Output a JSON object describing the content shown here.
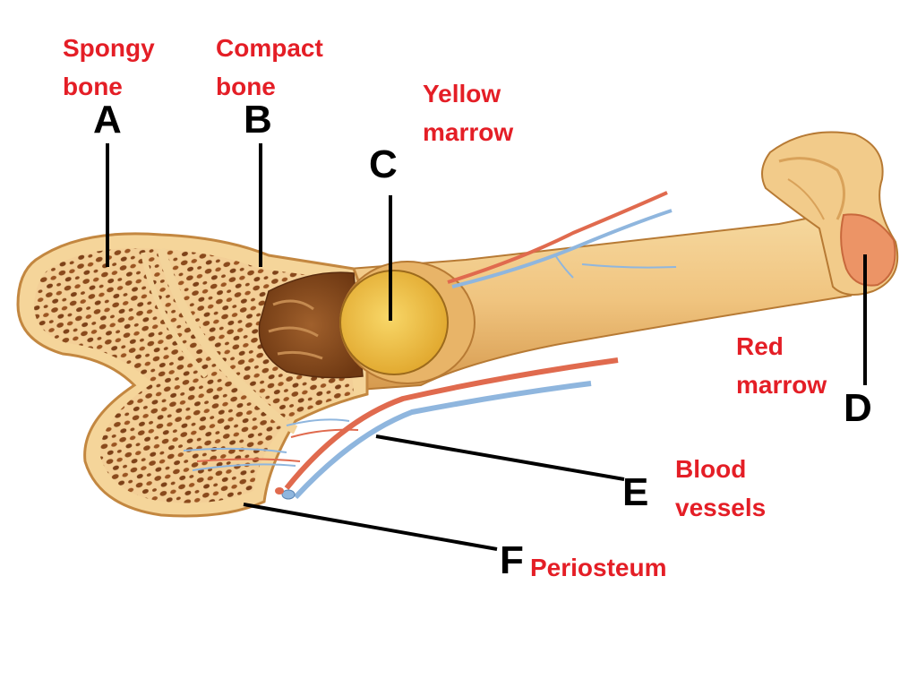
{
  "colors": {
    "label_red": "#e41e26",
    "letter_black": "#000000",
    "bone_light": "#f7dca6",
    "bone_mid": "#e9b66f",
    "bone_dark": "#c98a3c",
    "spongy_pore": "#8a4a1c",
    "yellow_marrow": "#f1c44a",
    "red_marrow": "#e98c5c",
    "artery": "#e06a4e",
    "vein": "#8fb6de"
  },
  "structures": {
    "A": {
      "letter": "A",
      "label_line1": "Spongy",
      "label_line2": "bone"
    },
    "B": {
      "letter": "B",
      "label_line1": "Compact",
      "label_line2": "bone"
    },
    "C": {
      "letter": "C",
      "label_line1": "Yellow",
      "label_line2": "marrow"
    },
    "D": {
      "letter": "D",
      "label_line1": "Red",
      "label_line2": "marrow"
    },
    "E": {
      "letter": "E",
      "label_line1": "Blood",
      "label_line2": "vessels"
    },
    "F": {
      "letter": "F",
      "label_line1": "Periosteum"
    }
  }
}
